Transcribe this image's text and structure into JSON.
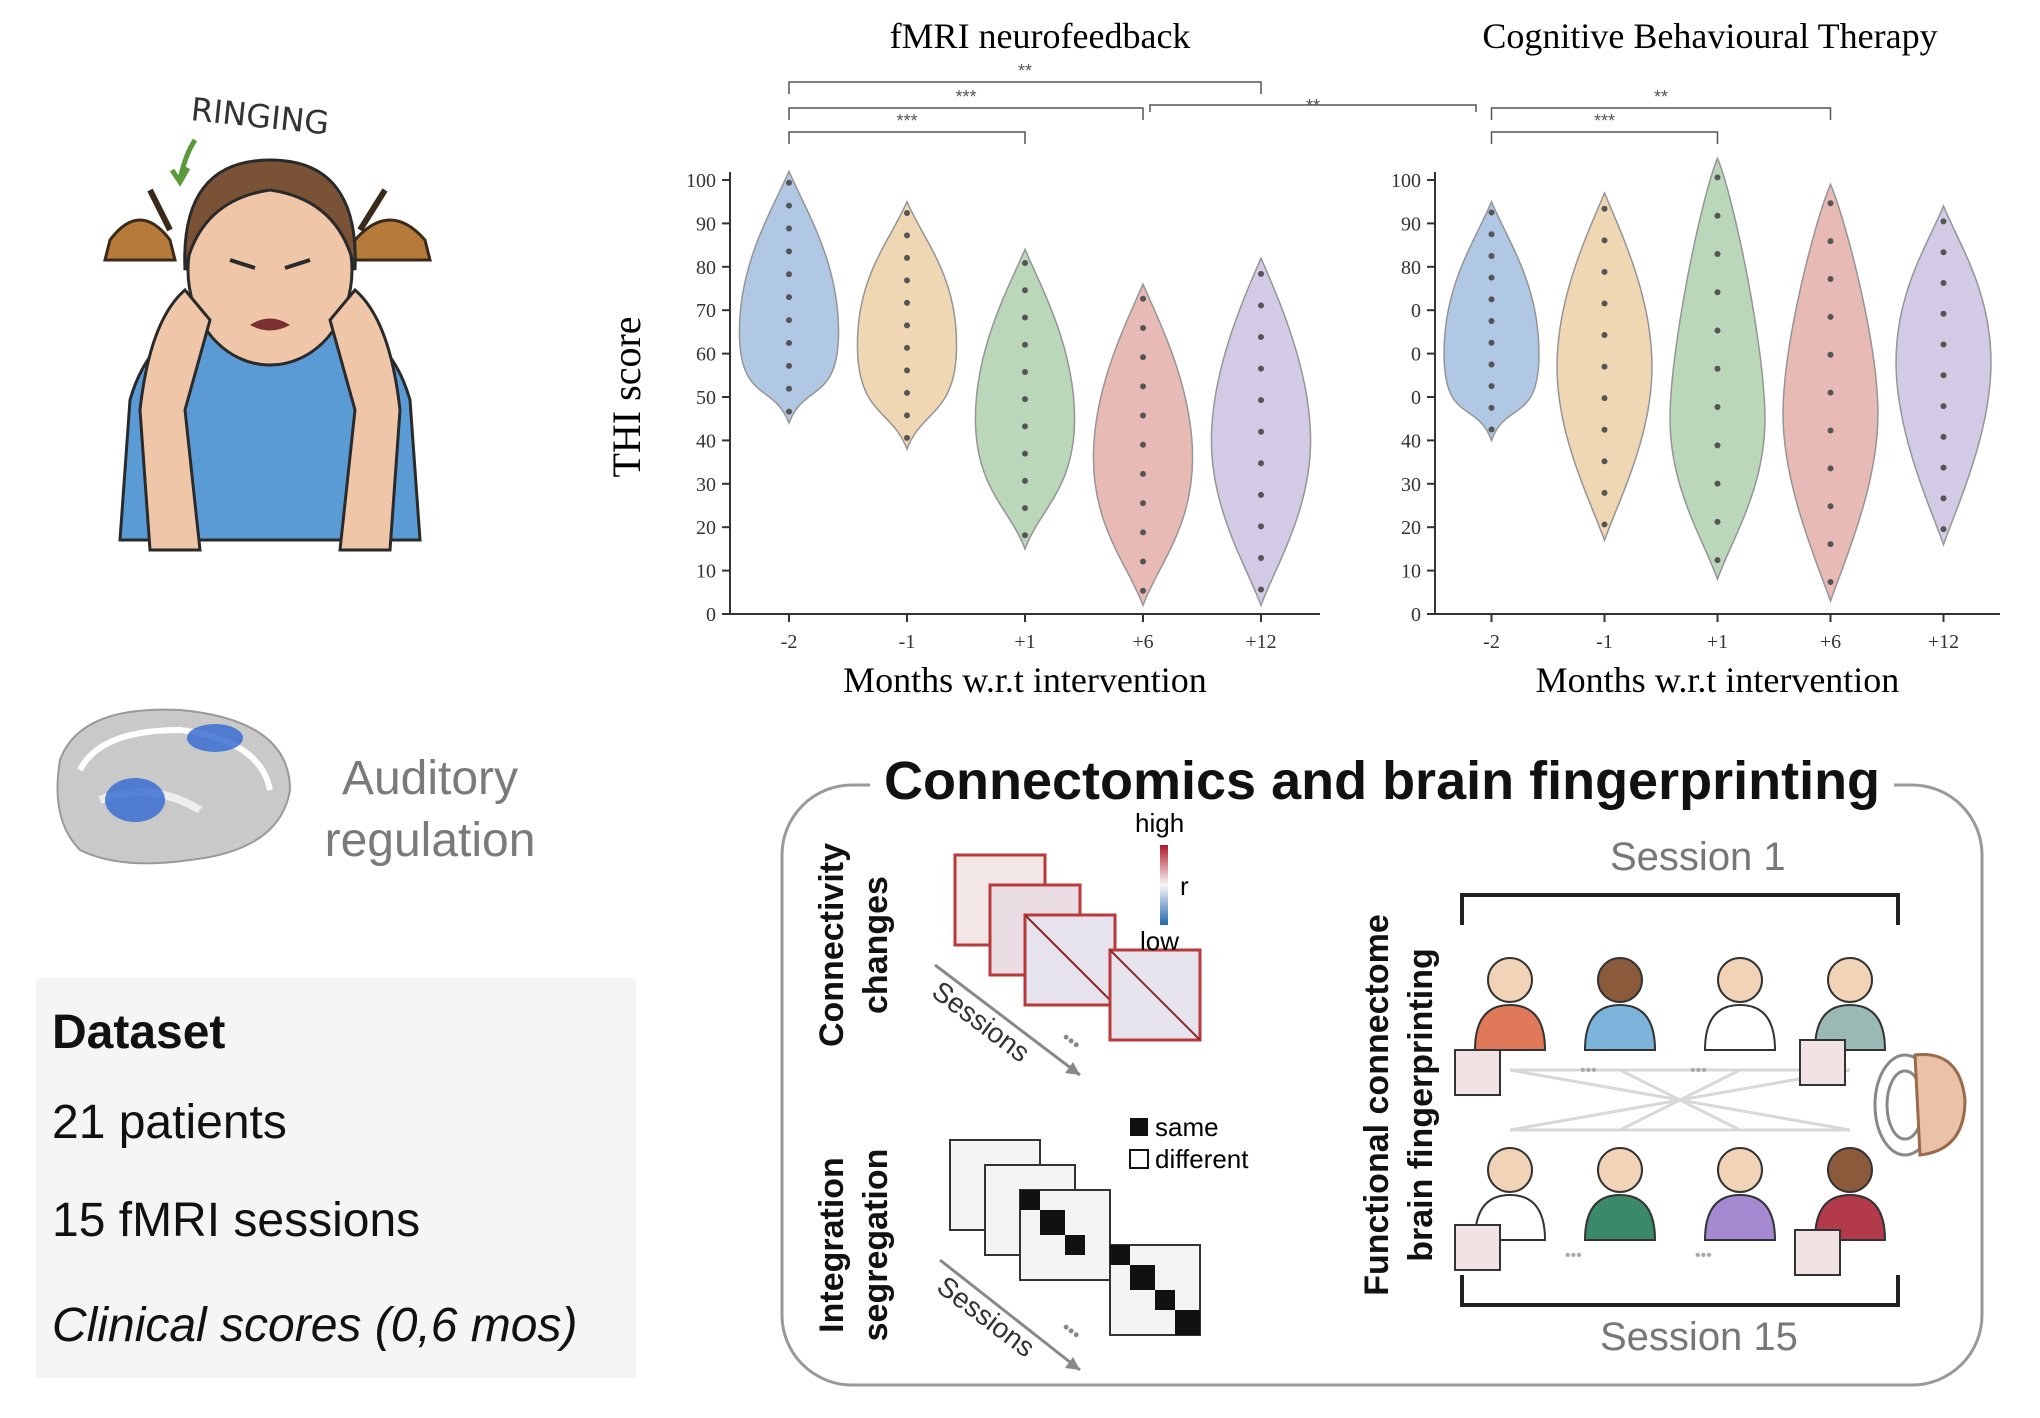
{
  "illustration": {
    "ringing_label": "RINGING"
  },
  "brain": {
    "label_line1": "Auditory",
    "label_line2": "regulation"
  },
  "dataset": {
    "title": "Dataset",
    "patients": "21 patients",
    "sessions": "15 fMRI sessions",
    "clinical": "Clinical scores (0,6 mos)"
  },
  "chart_data": [
    {
      "type": "violin",
      "title": "fMRI neurofeedback",
      "ylabel": "THI score",
      "xlabel": "Months w.r.t intervention",
      "categories": [
        "-2",
        "-1",
        "+1",
        "+6",
        "+12"
      ],
      "ylim": [
        0,
        100
      ],
      "yticks": [
        "0",
        "10",
        "20",
        "30",
        "40",
        "50",
        "60",
        "70",
        "80",
        "90",
        "100"
      ],
      "colors": [
        "#a9c3e2",
        "#efd3ab",
        "#b3d3b3",
        "#e6b3ae",
        "#cfc6e4"
      ],
      "medians": [
        65,
        62,
        45,
        36,
        40
      ],
      "ranges": [
        [
          44,
          102
        ],
        [
          38,
          95
        ],
        [
          15,
          84
        ],
        [
          2,
          76
        ],
        [
          2,
          82
        ]
      ],
      "significance": [
        {
          "from": "-2",
          "to": "+1",
          "label": "***"
        },
        {
          "from": "-2",
          "to": "+6",
          "label": "***"
        },
        {
          "from": "-2",
          "to": "+12",
          "label": "**"
        }
      ]
    },
    {
      "type": "violin",
      "title": "Cognitive Behavioural Therapy",
      "ylabel": "",
      "xlabel": "Months w.r.t intervention",
      "categories": [
        "-2",
        "-1",
        "+1",
        "+6",
        "+12"
      ],
      "ylim": [
        0,
        100
      ],
      "yticks": [
        "0",
        "10",
        "20",
        "30",
        "40",
        "0",
        "0",
        "0",
        "80",
        "90",
        "100"
      ],
      "colors": [
        "#a9c3e2",
        "#efd3ab",
        "#b3d3b3",
        "#e6b3ae",
        "#cfc6e4"
      ],
      "medians": [
        60,
        57,
        45,
        46,
        58
      ],
      "ranges": [
        [
          40,
          95
        ],
        [
          17,
          97
        ],
        [
          8,
          105
        ],
        [
          3,
          99
        ],
        [
          16,
          94
        ]
      ],
      "significance": [
        {
          "from": "-2",
          "to": "+1",
          "label": "***"
        },
        {
          "from": "-2",
          "to": "+6",
          "label": "**"
        }
      ]
    }
  ],
  "cross_significance": "**",
  "connectomics": {
    "title": "Connectomics and brain fingerprinting",
    "conn_changes_1": "Connectivity",
    "conn_changes_2": "changes",
    "integ_1": "Integration",
    "integ_2": "segregation",
    "sessions_arrow": "Sessions",
    "colorbar_high": "high",
    "colorbar_r": "r",
    "colorbar_low": "low",
    "legend_same": "same",
    "legend_different": "different",
    "func_1": "Functional connectome",
    "func_2": "brain fingerprinting",
    "session_top": "Session 1",
    "session_bottom": "Session 15",
    "dots": "•••"
  }
}
